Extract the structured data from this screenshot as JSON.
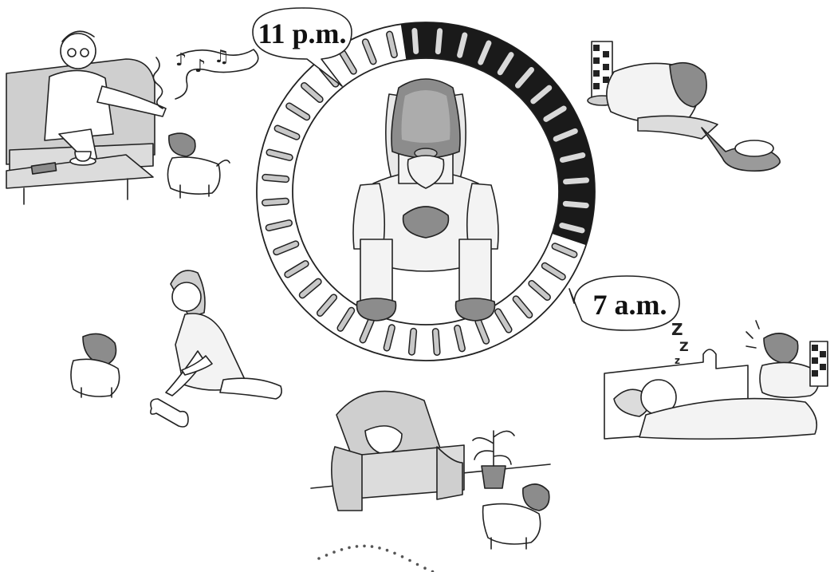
{
  "labels": {
    "night_start": "11 p.m.",
    "morning": "7 a.m."
  },
  "clock": {
    "total_marks": 40,
    "dark_marks": 13,
    "dark_start_mark": 1
  },
  "colors": {
    "dark_band": "#1a1a1a",
    "light_mark": "#c8c8c8",
    "robot_gray": "#8c8c8c",
    "robot_light": "#f3f3f3",
    "scene_gray": "#cfcfcf",
    "outline": "#222222"
  },
  "scenes": [
    {
      "name": "man-on-sofa-with-robot-dog",
      "icon": "music-notes-icon"
    },
    {
      "name": "robot-dog-on-charging-station",
      "icon": "charger-icon"
    },
    {
      "name": "girl-playing-with-robot-dog",
      "icon": "bone-toy-icon"
    },
    {
      "name": "robot-dog-waking-sleeper",
      "icon": "zzz-icon"
    },
    {
      "name": "robot-dog-in-living-room",
      "icon": "dotted-path-icon"
    }
  ]
}
